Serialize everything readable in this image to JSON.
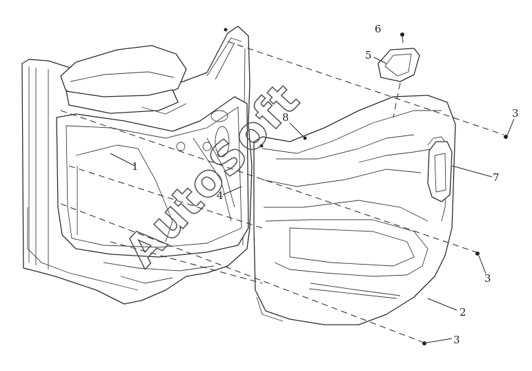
{
  "callouts": [
    {
      "id": "c1",
      "label": "1"
    },
    {
      "id": "c2",
      "label": "2"
    },
    {
      "id": "c3a",
      "label": "3"
    },
    {
      "id": "c3b",
      "label": "3"
    },
    {
      "id": "c3c",
      "label": "3"
    },
    {
      "id": "c4",
      "label": "4"
    },
    {
      "id": "c5",
      "label": "5"
    },
    {
      "id": "c6",
      "label": "6"
    },
    {
      "id": "c7",
      "label": "7"
    },
    {
      "id": "c8",
      "label": "8"
    }
  ],
  "watermark": "AutoSoft"
}
